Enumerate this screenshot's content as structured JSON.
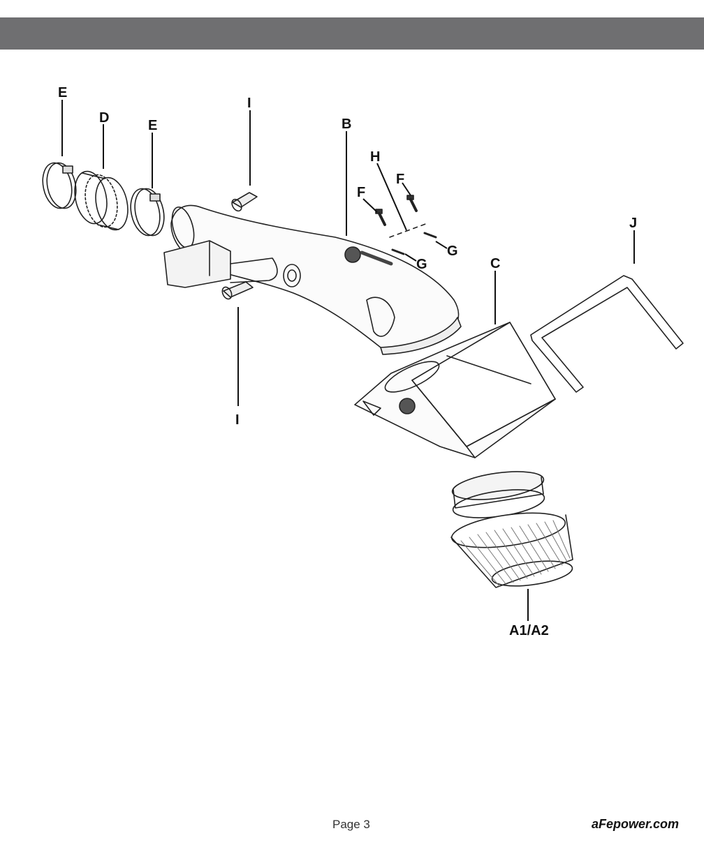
{
  "header": {
    "bar_color": "#6f6f71"
  },
  "labels": {
    "e_left": "E",
    "d": "D",
    "e_right": "E",
    "i_top": "I",
    "b": "B",
    "h": "H",
    "f_left": "F",
    "f_right": "F",
    "g_right": "G",
    "g_left": "G",
    "j": "J",
    "c": "C",
    "i_bottom": "I",
    "a": "A1/A2"
  },
  "footer": {
    "page": "Page 3",
    "site": "aFepower.com"
  }
}
